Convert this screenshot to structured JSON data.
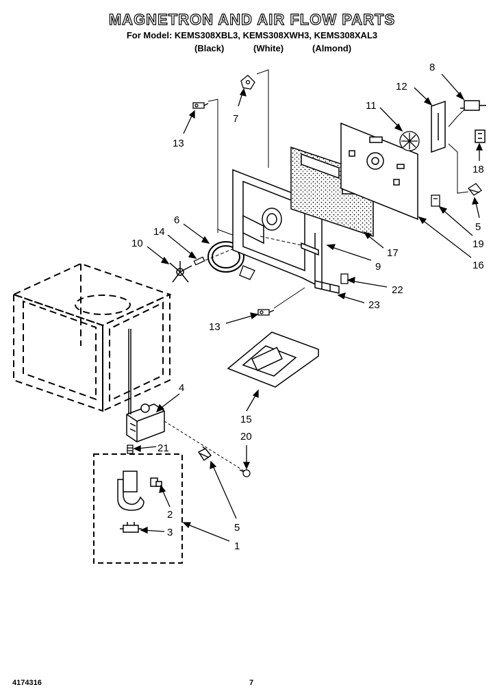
{
  "header": {
    "title": "MAGNETRON AND AIR FLOW PARTS",
    "models": "For Model: KEMS308XBL3, KEMS308XWH3, KEMS308XAL3",
    "colors": [
      "(Black)",
      "(White)",
      "(Almond)"
    ]
  },
  "callouts": [
    "8",
    "12",
    "11",
    "7",
    "13",
    "18",
    "5",
    "19",
    "16",
    "17",
    "6",
    "14",
    "10",
    "9",
    "22",
    "23",
    "13",
    "4",
    "15",
    "20",
    "21",
    "2",
    "5",
    "3",
    "1"
  ],
  "footer": {
    "doc_number": "4174316",
    "page_number": "7"
  }
}
